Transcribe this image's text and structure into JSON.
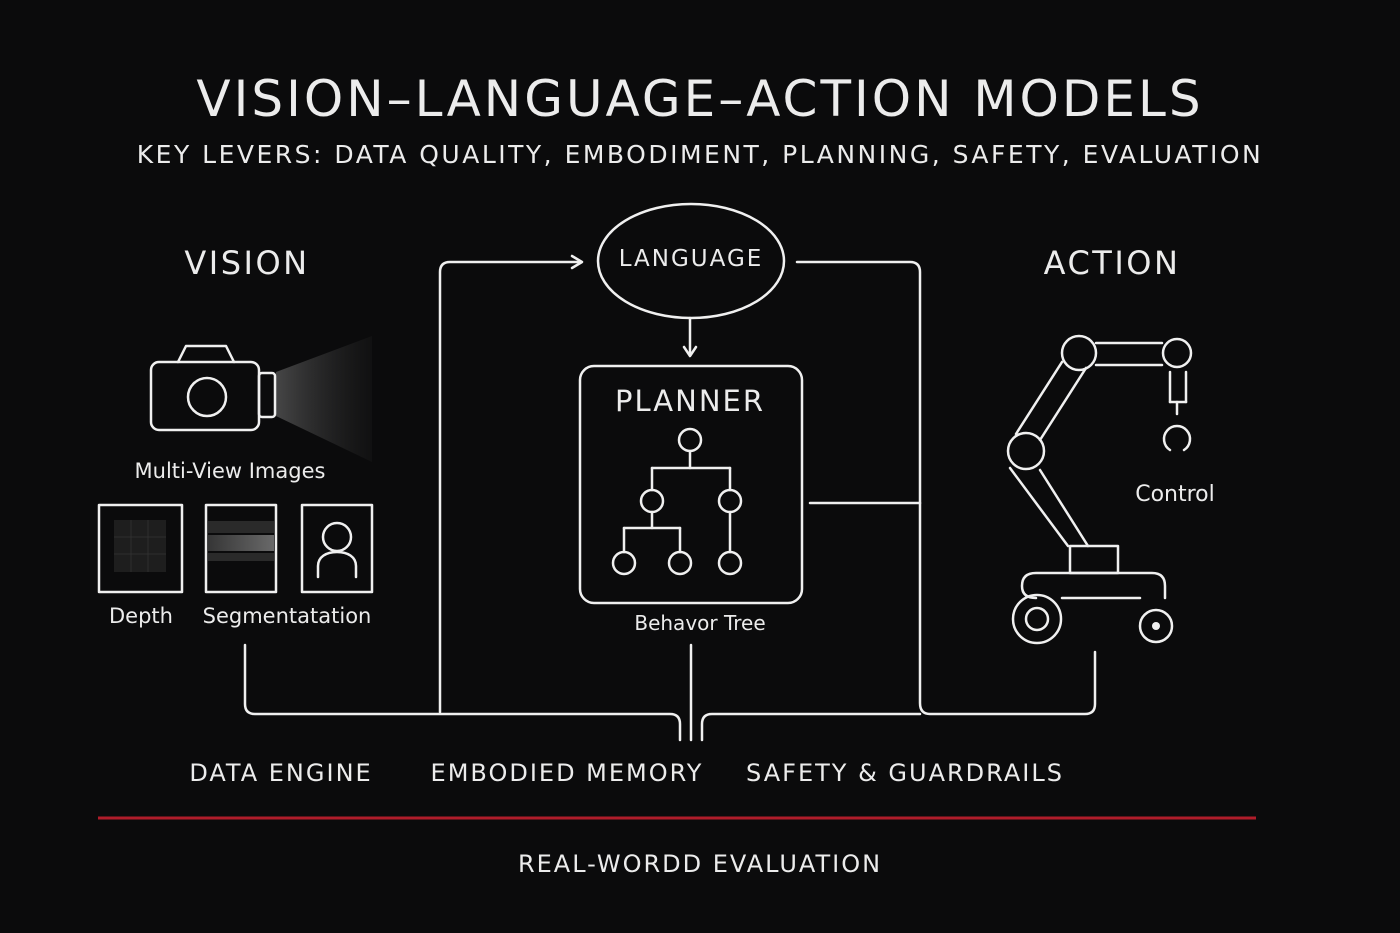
{
  "title": "VISION–LANGUAGE–ACTION MODELS",
  "subtitle": "KEY LEVERS: DATA QUALITY, EMBODIMENT, PLANNING, SAFETY, EVALUATION",
  "vision": {
    "heading": "VISION",
    "camera_label": "Multi-View Images",
    "thumb_labels": [
      "Depth",
      "Segmentatation"
    ]
  },
  "language": {
    "label": "LANGUAGE"
  },
  "planner": {
    "title": "PLANNER",
    "caption": "Behavor Tree"
  },
  "action": {
    "heading": "ACTION",
    "control_label": "Control"
  },
  "bottom_labels": [
    "DATA ENGINE",
    "EMBODIED MEMORY",
    "SAFETY & GUARDRAILS"
  ],
  "evaluation": {
    "label": "REAL-WORDD EVALUATION",
    "rule_color": "#b01c2a"
  },
  "icons": [
    "camera-icon",
    "depth-grid-icon",
    "segmentation-icon",
    "person-icon",
    "behavior-tree-icon",
    "robot-arm-icon"
  ]
}
